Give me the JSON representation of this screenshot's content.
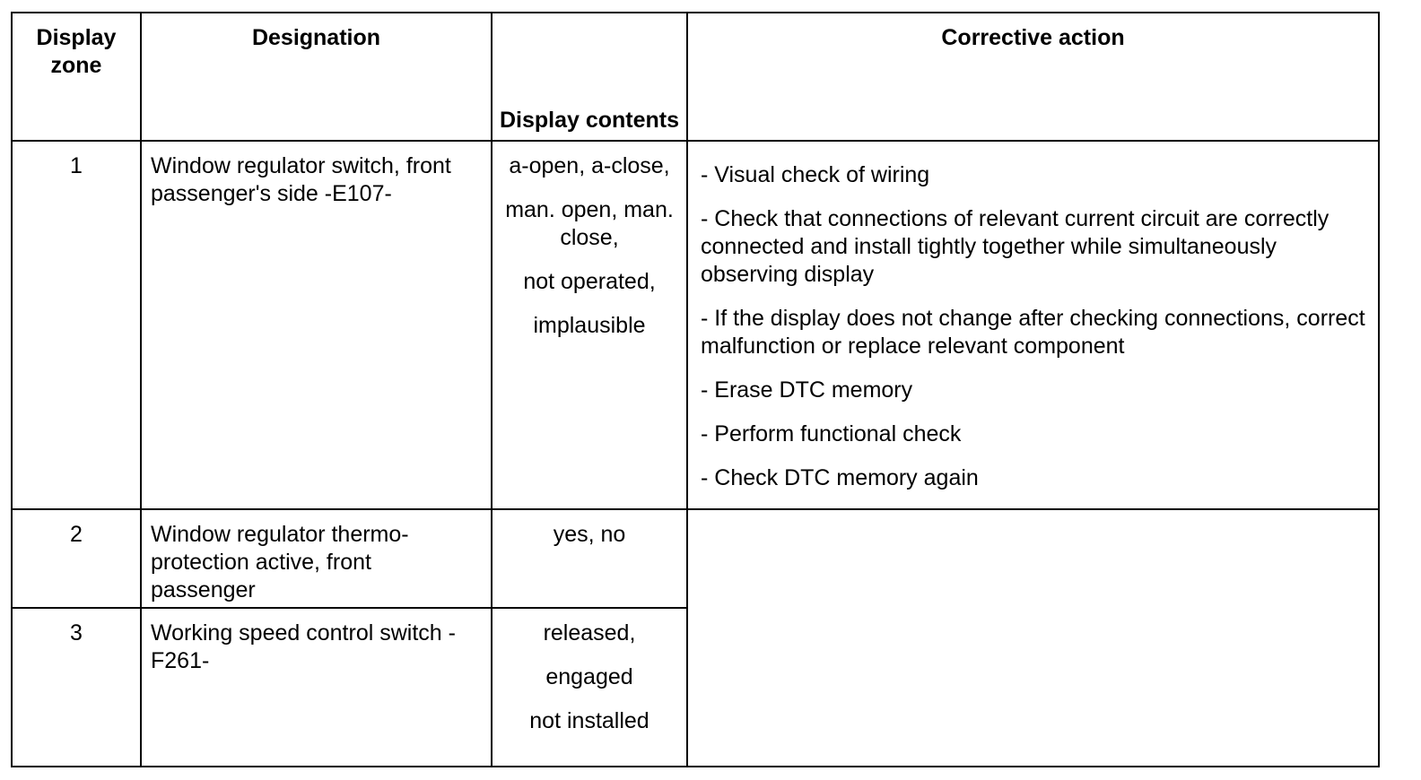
{
  "table": {
    "headers": {
      "zone": "Display zone",
      "designation": "Designation",
      "contents": "Display contents",
      "action": "Corrective action"
    },
    "rows": [
      {
        "zone": "1",
        "designation": "Window regulator switch, front passenger's side -E107-",
        "contents": [
          "a-open, a-close,",
          "man. open, man. close,",
          "not operated,",
          "implausible"
        ],
        "action": [
          "- Visual check of wiring",
          "- Check that connections of relevant current circuit are correctly connected and install tightly together while simultaneously observing display",
          "- If the display does not change after checking connections, correct malfunction or replace relevant component",
          "- Erase DTC memory",
          "- Perform functional check",
          "- Check DTC memory again"
        ]
      },
      {
        "zone": "2",
        "designation": "Window regulator thermo-protection active, front passenger",
        "contents": [
          "yes, no"
        ]
      },
      {
        "zone": "3",
        "designation": "Working speed control switch -F261-",
        "contents": [
          "released,",
          "engaged",
          "not installed"
        ]
      }
    ]
  }
}
